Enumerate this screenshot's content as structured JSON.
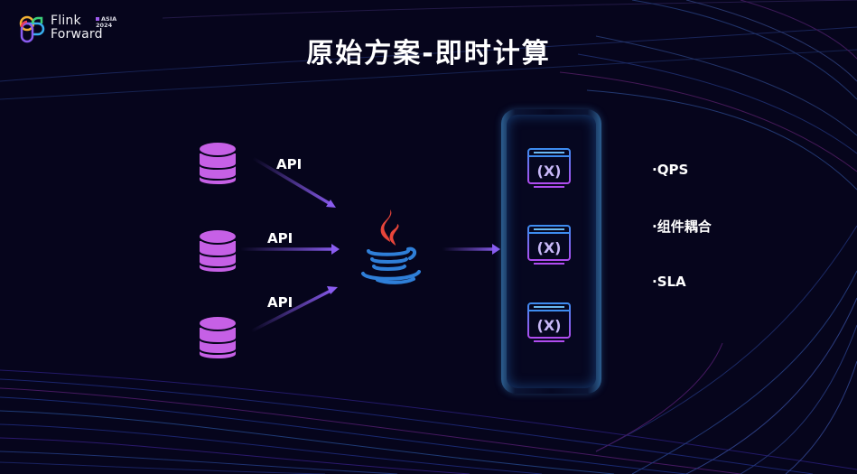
{
  "logo": {
    "line1": "Flink",
    "line2": "Forward",
    "badge_line1": "ASIA",
    "badge_line2": "2024",
    "icon": "flink-forward-logo-icon"
  },
  "title": "原始方案-即时计算",
  "sources": [
    {
      "icon": "database-icon",
      "api_label": "API"
    },
    {
      "icon": "database-icon",
      "api_label": "API"
    },
    {
      "icon": "database-icon",
      "api_label": "API"
    }
  ],
  "processor": {
    "icon": "java-icon"
  },
  "functions": [
    {
      "icon": "function-window-icon",
      "glyph": "(X)"
    },
    {
      "icon": "function-window-icon",
      "glyph": "(X)"
    },
    {
      "icon": "function-window-icon",
      "glyph": "(X)"
    }
  ],
  "bullets": [
    "·QPS",
    "·组件耦合",
    "·SLA"
  ],
  "colors": {
    "background": "#06051c",
    "database": "#c660e6",
    "arrow": "#8a5cf0",
    "java_flame": "#e8453a",
    "java_cup": "#2f7fd8",
    "panel_border": "#2b5d8f",
    "fn_icon_top": "#3d8cf0",
    "fn_icon_bottom": "#b04cf0"
  }
}
